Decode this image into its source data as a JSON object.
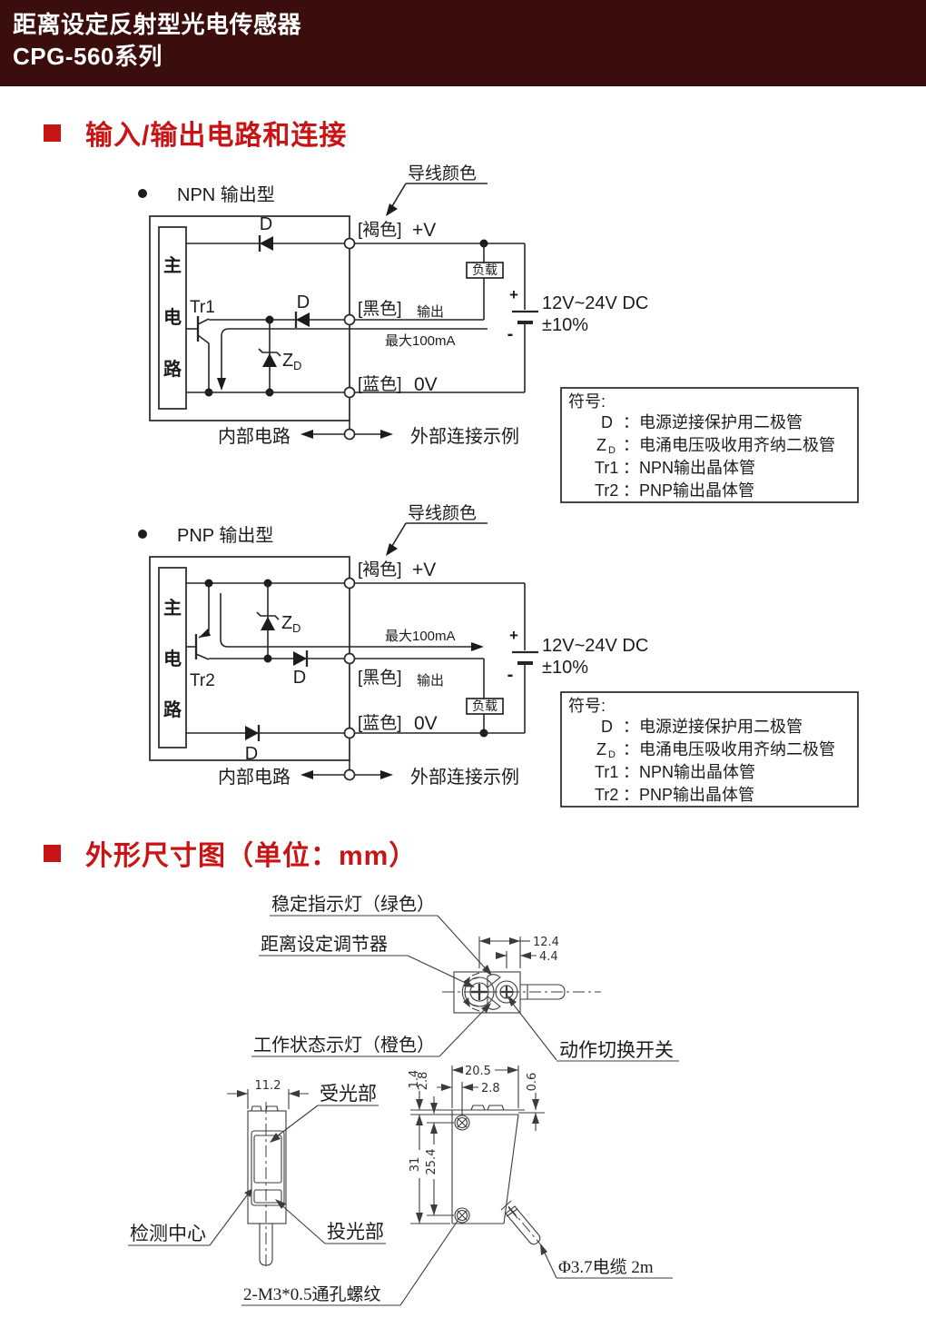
{
  "header": {
    "line1": "距离设定反射型光电传感器",
    "line2": "CPG-560系列"
  },
  "sections": {
    "io_title": "输入/输出电路和连接",
    "dim_title": "外形尺寸图（单位：mm）"
  },
  "colors": {
    "header_bg": "#3b0d0d",
    "accent_red": "#c81414"
  },
  "circuit_common": {
    "wire_color_note": "导线颜色",
    "brown": "[褐色]",
    "plus_v": "+V",
    "black": "[黑色]",
    "output": "输出",
    "blue": "[蓝色]",
    "zero_v": "0V",
    "load": "负载",
    "max_current": "最大100mA",
    "supply_line1": "12V~24V DC",
    "supply_line2": "±10%",
    "plus": "+",
    "minus": "-",
    "main_circuit": "主电路",
    "internal": "内部电路",
    "external": "外部连接示例",
    "d_label": "D",
    "z_label": "Z",
    "z_sub": "D"
  },
  "npn": {
    "title": "NPN 输出型",
    "tr": "Tr1"
  },
  "pnp": {
    "title": "PNP 输出型",
    "tr": "Tr2"
  },
  "symbols": {
    "title": "符号:",
    "rows": [
      {
        "label": "D",
        "sub": "",
        "desc": "：电源逆接保护用二极管"
      },
      {
        "label": "Z",
        "sub": "D",
        "desc": "：电涌电压吸收用齐纳二极管"
      },
      {
        "label": "Tr1",
        "sub": "",
        "desc": "：NPN输出晶体管"
      },
      {
        "label": "Tr2",
        "sub": "",
        "desc": "：PNP输出晶体管"
      }
    ]
  },
  "dims": {
    "labels": {
      "stability_led": "稳定指示灯（绿色）",
      "distance_adjuster": "距离设定调节器",
      "operation_led": "工作状态示灯（橙色）",
      "mode_switch": "动作切换开关",
      "receiver": "受光部",
      "detection_center": "检测中心",
      "emitter": "投光部",
      "thread": "2-M3*0.5通孔螺纹",
      "cable": "Φ3.7电缆 2m"
    },
    "values": {
      "top_width": "12.4",
      "switch_offset": "4.4",
      "front_width": "11.2",
      "depth": "20.5",
      "screw_offset_h": "2.8",
      "screw_offset_v": "2.8",
      "plate_height": "1.4",
      "lip": "0.6",
      "height": "31",
      "screw_pitch": "25.4"
    }
  }
}
